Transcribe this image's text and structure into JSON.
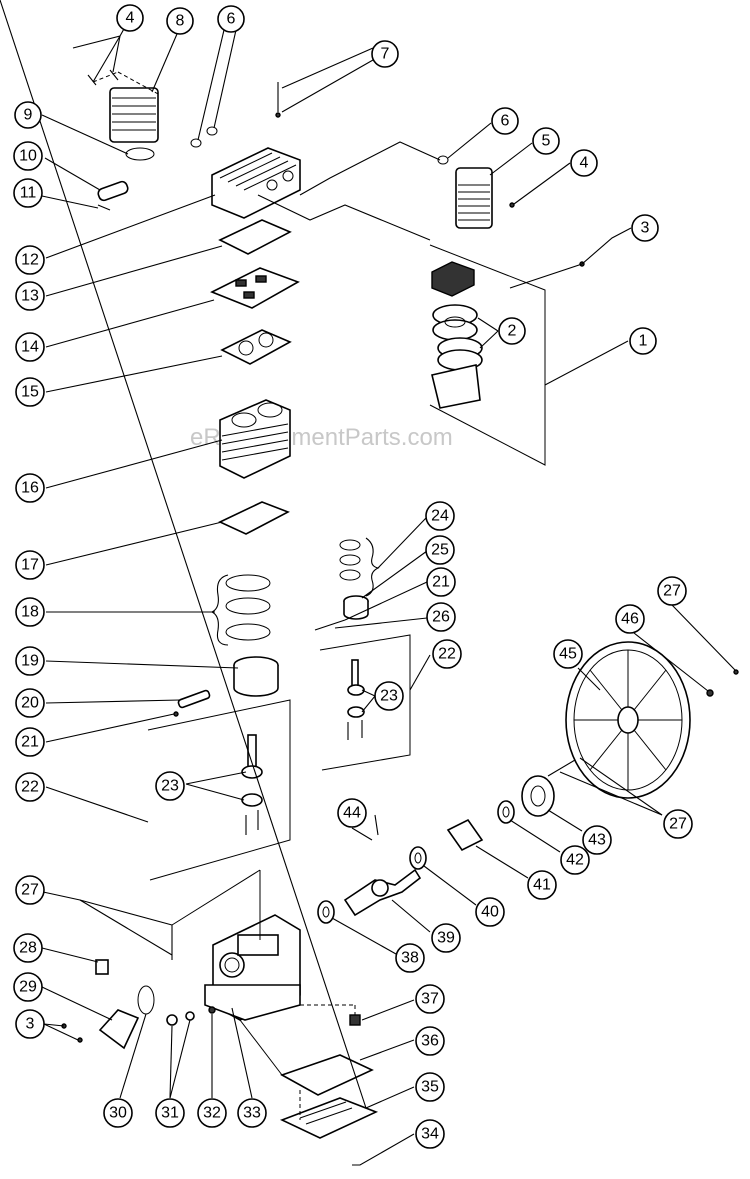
{
  "diagram": {
    "watermark": "eReplacementParts.com",
    "callouts": [
      "1",
      "2",
      "3",
      "4",
      "5",
      "6",
      "7",
      "8",
      "9",
      "10",
      "11",
      "12",
      "13",
      "14",
      "15",
      "16",
      "17",
      "18",
      "19",
      "20",
      "21",
      "22",
      "23",
      "24",
      "25",
      "26",
      "27",
      "28",
      "29",
      "30",
      "31",
      "32",
      "33",
      "34",
      "35",
      "36",
      "37",
      "38",
      "39",
      "40",
      "41",
      "42",
      "43",
      "44",
      "45",
      "46"
    ]
  }
}
